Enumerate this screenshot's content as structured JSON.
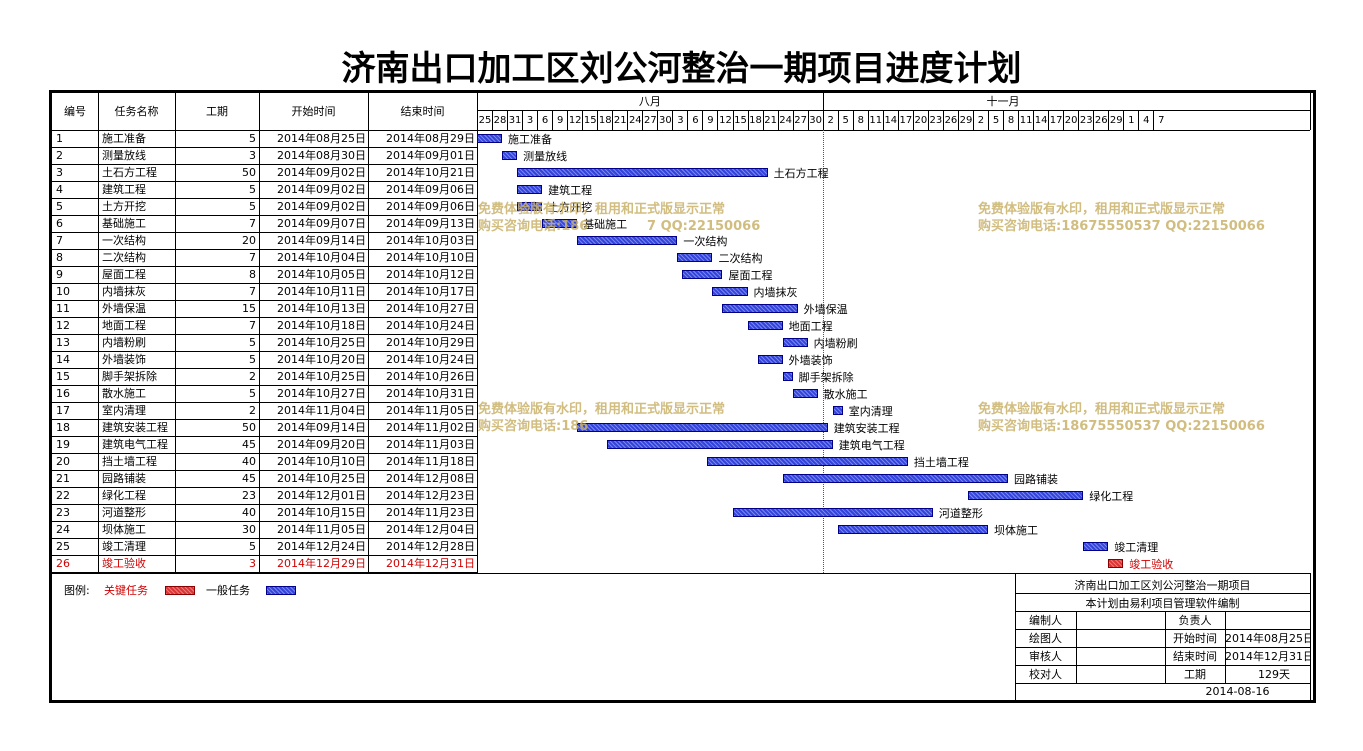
{
  "title": "济南出口加工区刘公河整治一期项目进度计划",
  "headers": {
    "no": "编号",
    "name": "任务名称",
    "duration": "工期",
    "start": "开始时间",
    "end": "结束时间"
  },
  "months": [
    {
      "label": "八月",
      "col_start": 0,
      "col_end": 22
    },
    {
      "label": "十一月",
      "col_start": 23,
      "col_end": 46
    }
  ],
  "day_ticks": [
    "25",
    "28",
    "31",
    "3",
    "6",
    "9",
    "12",
    "15",
    "18",
    "21",
    "24",
    "27",
    "30",
    "3",
    "6",
    "9",
    "12",
    "15",
    "18",
    "21",
    "24",
    "27",
    "30",
    "2",
    "5",
    "8",
    "11",
    "14",
    "17",
    "20",
    "23",
    "26",
    "29",
    "2",
    "5",
    "8",
    "11",
    "14",
    "17",
    "20",
    "23",
    "26",
    "29",
    "1",
    "4",
    "7"
  ],
  "chart_data": {
    "type": "gantt",
    "title": "济南出口加工区刘公河整治一期项目进度计划",
    "x_start": "2014-08-25",
    "x_end": "2015-01-08",
    "tick_step_days": 3,
    "critical_color": "#dd3333",
    "normal_color": "#3344dd",
    "tasks": [
      {
        "no": "1",
        "name": "施工准备",
        "duration": 5,
        "start": "2014年08月25日",
        "end": "2014年08月29日",
        "s": "2014-08-25",
        "e": "2014-08-29",
        "critical": false
      },
      {
        "no": "2",
        "name": "测量放线",
        "duration": 3,
        "start": "2014年08月30日",
        "end": "2014年09月01日",
        "s": "2014-08-30",
        "e": "2014-09-01",
        "critical": false
      },
      {
        "no": "3",
        "name": "土石方工程",
        "duration": 50,
        "start": "2014年09月02日",
        "end": "2014年10月21日",
        "s": "2014-09-02",
        "e": "2014-10-21",
        "critical": false
      },
      {
        "no": "4",
        "name": "建筑工程",
        "duration": 5,
        "start": "2014年09月02日",
        "end": "2014年09月06日",
        "s": "2014-09-02",
        "e": "2014-09-06",
        "critical": false
      },
      {
        "no": "5",
        "name": "土方开挖",
        "duration": 5,
        "start": "2014年09月02日",
        "end": "2014年09月06日",
        "s": "2014-09-02",
        "e": "2014-09-06",
        "critical": false
      },
      {
        "no": "6",
        "name": "基础施工",
        "duration": 7,
        "start": "2014年09月07日",
        "end": "2014年09月13日",
        "s": "2014-09-07",
        "e": "2014-09-13",
        "critical": false
      },
      {
        "no": "7",
        "name": "一次结构",
        "duration": 20,
        "start": "2014年09月14日",
        "end": "2014年10月03日",
        "s": "2014-09-14",
        "e": "2014-10-03",
        "critical": false
      },
      {
        "no": "8",
        "name": "二次结构",
        "duration": 7,
        "start": "2014年10月04日",
        "end": "2014年10月10日",
        "s": "2014-10-04",
        "e": "2014-10-10",
        "critical": false
      },
      {
        "no": "9",
        "name": "屋面工程",
        "duration": 8,
        "start": "2014年10月05日",
        "end": "2014年10月12日",
        "s": "2014-10-05",
        "e": "2014-10-12",
        "critical": false
      },
      {
        "no": "10",
        "name": "内墙抹灰",
        "duration": 7,
        "start": "2014年10月11日",
        "end": "2014年10月17日",
        "s": "2014-10-11",
        "e": "2014-10-17",
        "critical": false
      },
      {
        "no": "11",
        "name": "外墙保温",
        "duration": 15,
        "start": "2014年10月13日",
        "end": "2014年10月27日",
        "s": "2014-10-13",
        "e": "2014-10-27",
        "critical": false
      },
      {
        "no": "12",
        "name": "地面工程",
        "duration": 7,
        "start": "2014年10月18日",
        "end": "2014年10月24日",
        "s": "2014-10-18",
        "e": "2014-10-24",
        "critical": false
      },
      {
        "no": "13",
        "name": "内墙粉刷",
        "duration": 5,
        "start": "2014年10月25日",
        "end": "2014年10月29日",
        "s": "2014-10-25",
        "e": "2014-10-29",
        "critical": false
      },
      {
        "no": "14",
        "name": "外墙装饰",
        "duration": 5,
        "start": "2014年10月20日",
        "end": "2014年10月24日",
        "s": "2014-10-20",
        "e": "2014-10-24",
        "critical": false
      },
      {
        "no": "15",
        "name": "脚手架拆除",
        "duration": 2,
        "start": "2014年10月25日",
        "end": "2014年10月26日",
        "s": "2014-10-25",
        "e": "2014-10-26",
        "critical": false
      },
      {
        "no": "16",
        "name": "散水施工",
        "duration": 5,
        "start": "2014年10月27日",
        "end": "2014年10月31日",
        "s": "2014-10-27",
        "e": "2014-10-31",
        "critical": false
      },
      {
        "no": "17",
        "name": "室内清理",
        "duration": 2,
        "start": "2014年11月04日",
        "end": "2014年11月05日",
        "s": "2014-11-04",
        "e": "2014-11-05",
        "critical": false
      },
      {
        "no": "18",
        "name": "建筑安装工程",
        "duration": 50,
        "start": "2014年09月14日",
        "end": "2014年11月02日",
        "s": "2014-09-14",
        "e": "2014-11-02",
        "critical": false
      },
      {
        "no": "19",
        "name": "建筑电气工程",
        "duration": 45,
        "start": "2014年09月20日",
        "end": "2014年11月03日",
        "s": "2014-09-20",
        "e": "2014-11-03",
        "critical": false
      },
      {
        "no": "20",
        "name": "挡土墙工程",
        "duration": 40,
        "start": "2014年10月10日",
        "end": "2014年11月18日",
        "s": "2014-10-10",
        "e": "2014-11-18",
        "critical": false
      },
      {
        "no": "21",
        "name": "园路铺装",
        "duration": 45,
        "start": "2014年10月25日",
        "end": "2014年12月08日",
        "s": "2014-10-25",
        "e": "2014-12-08",
        "critical": false
      },
      {
        "no": "22",
        "name": "绿化工程",
        "duration": 23,
        "start": "2014年12月01日",
        "end": "2014年12月23日",
        "s": "2014-12-01",
        "e": "2014-12-23",
        "critical": false
      },
      {
        "no": "23",
        "name": "河道整形",
        "duration": 40,
        "start": "2014年10月15日",
        "end": "2014年11月23日",
        "s": "2014-10-15",
        "e": "2014-11-23",
        "critical": false
      },
      {
        "no": "24",
        "name": "坝体施工",
        "duration": 30,
        "start": "2014年11月05日",
        "end": "2014年12月04日",
        "s": "2014-11-05",
        "e": "2014-12-04",
        "critical": false
      },
      {
        "no": "25",
        "name": "竣工清理",
        "duration": 5,
        "start": "2014年12月24日",
        "end": "2014年12月28日",
        "s": "2014-12-24",
        "e": "2014-12-28",
        "critical": false
      },
      {
        "no": "26",
        "name": "竣工验收",
        "duration": 3,
        "start": "2014年12月29日",
        "end": "2014年12月31日",
        "s": "2014-12-29",
        "e": "2014-12-31",
        "critical": true
      }
    ]
  },
  "watermarks": {
    "line1": "免费体验版有水印，租用和正式版显示正常",
    "line2": "购买咨询电话:18675550537 QQ:22150066",
    "line2_short": "购买咨询电话:186",
    "line2_tail": "7 QQ:22150066"
  },
  "legend": {
    "label": "图例:",
    "critical": "关键任务",
    "normal": "一般任务"
  },
  "info": {
    "project": "济南出口加工区刘公河整治一期项目",
    "note": "本计划由易利项目管理软件编制",
    "editor_label": "编制人",
    "editor": "",
    "owner_label": "负责人",
    "owner": "",
    "drawer_label": "绘图人",
    "drawer": "",
    "start_label": "开始时间",
    "start": "2014年08月25日",
    "auditor_label": "审核人",
    "auditor": "",
    "end_label": "结束时间",
    "end": "2014年12月31日",
    "checker_label": "校对人",
    "checker": "",
    "duration_label": "工期",
    "duration": "129天",
    "date": "2014-08-16"
  }
}
